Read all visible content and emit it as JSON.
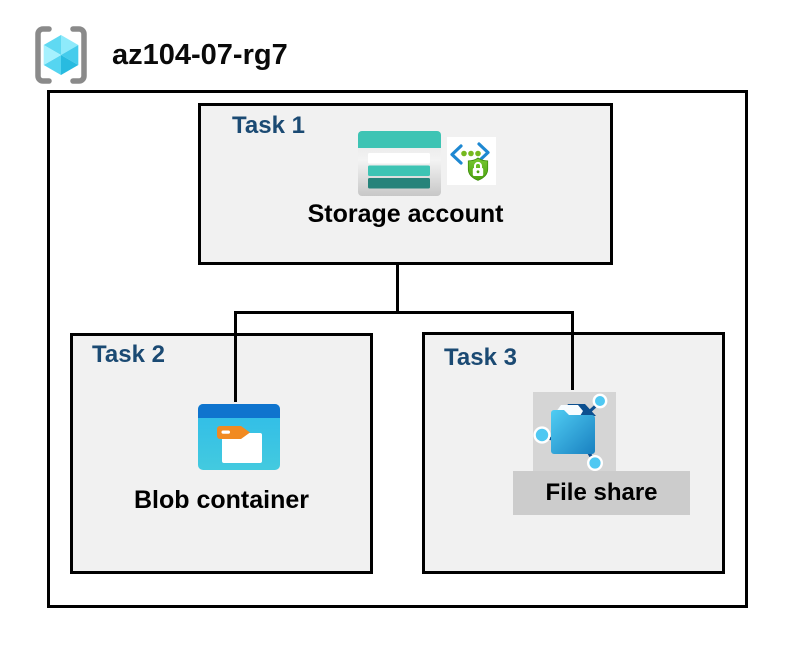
{
  "header": {
    "title": "az104-07-rg7",
    "icon": "resource-group-icon"
  },
  "diagram": {
    "tasks": [
      {
        "label": "Task 1",
        "node_label": "Storage account",
        "icons": [
          "storage-account-icon",
          "sas-shield-lock-icon"
        ]
      },
      {
        "label": "Task 2",
        "node_label": "Blob container",
        "icons": [
          "blob-container-icon"
        ]
      },
      {
        "label": "Task 3",
        "node_label": "File share",
        "icons": [
          "file-share-icon"
        ]
      }
    ],
    "connections": [
      {
        "from": "Storage account",
        "to": "Blob container"
      },
      {
        "from": "Storage account",
        "to": "File share"
      }
    ]
  },
  "colors": {
    "task_label_blue": "#1B4A73",
    "box_fill": "#F1F1F1",
    "box_border": "#000000",
    "storage_teal": "#3EC4B4",
    "storage_teal_dark": "#26837A",
    "blob_header_blue": "#0F74CE",
    "blob_body_cyan": "#38C3E8",
    "folder_tag_orange": "#F18A21",
    "fileshare_plate_gray": "#D5D5D5",
    "fileshare_label_gray": "#CCCCCC",
    "network_node_cyan": "#4FC8F2",
    "shield_green": "#5CB516",
    "code_bracket_blue": "#1E88D2",
    "rg_cube_cyan": "#50D5F0",
    "rg_bracket_gray": "#8A8A8A"
  }
}
